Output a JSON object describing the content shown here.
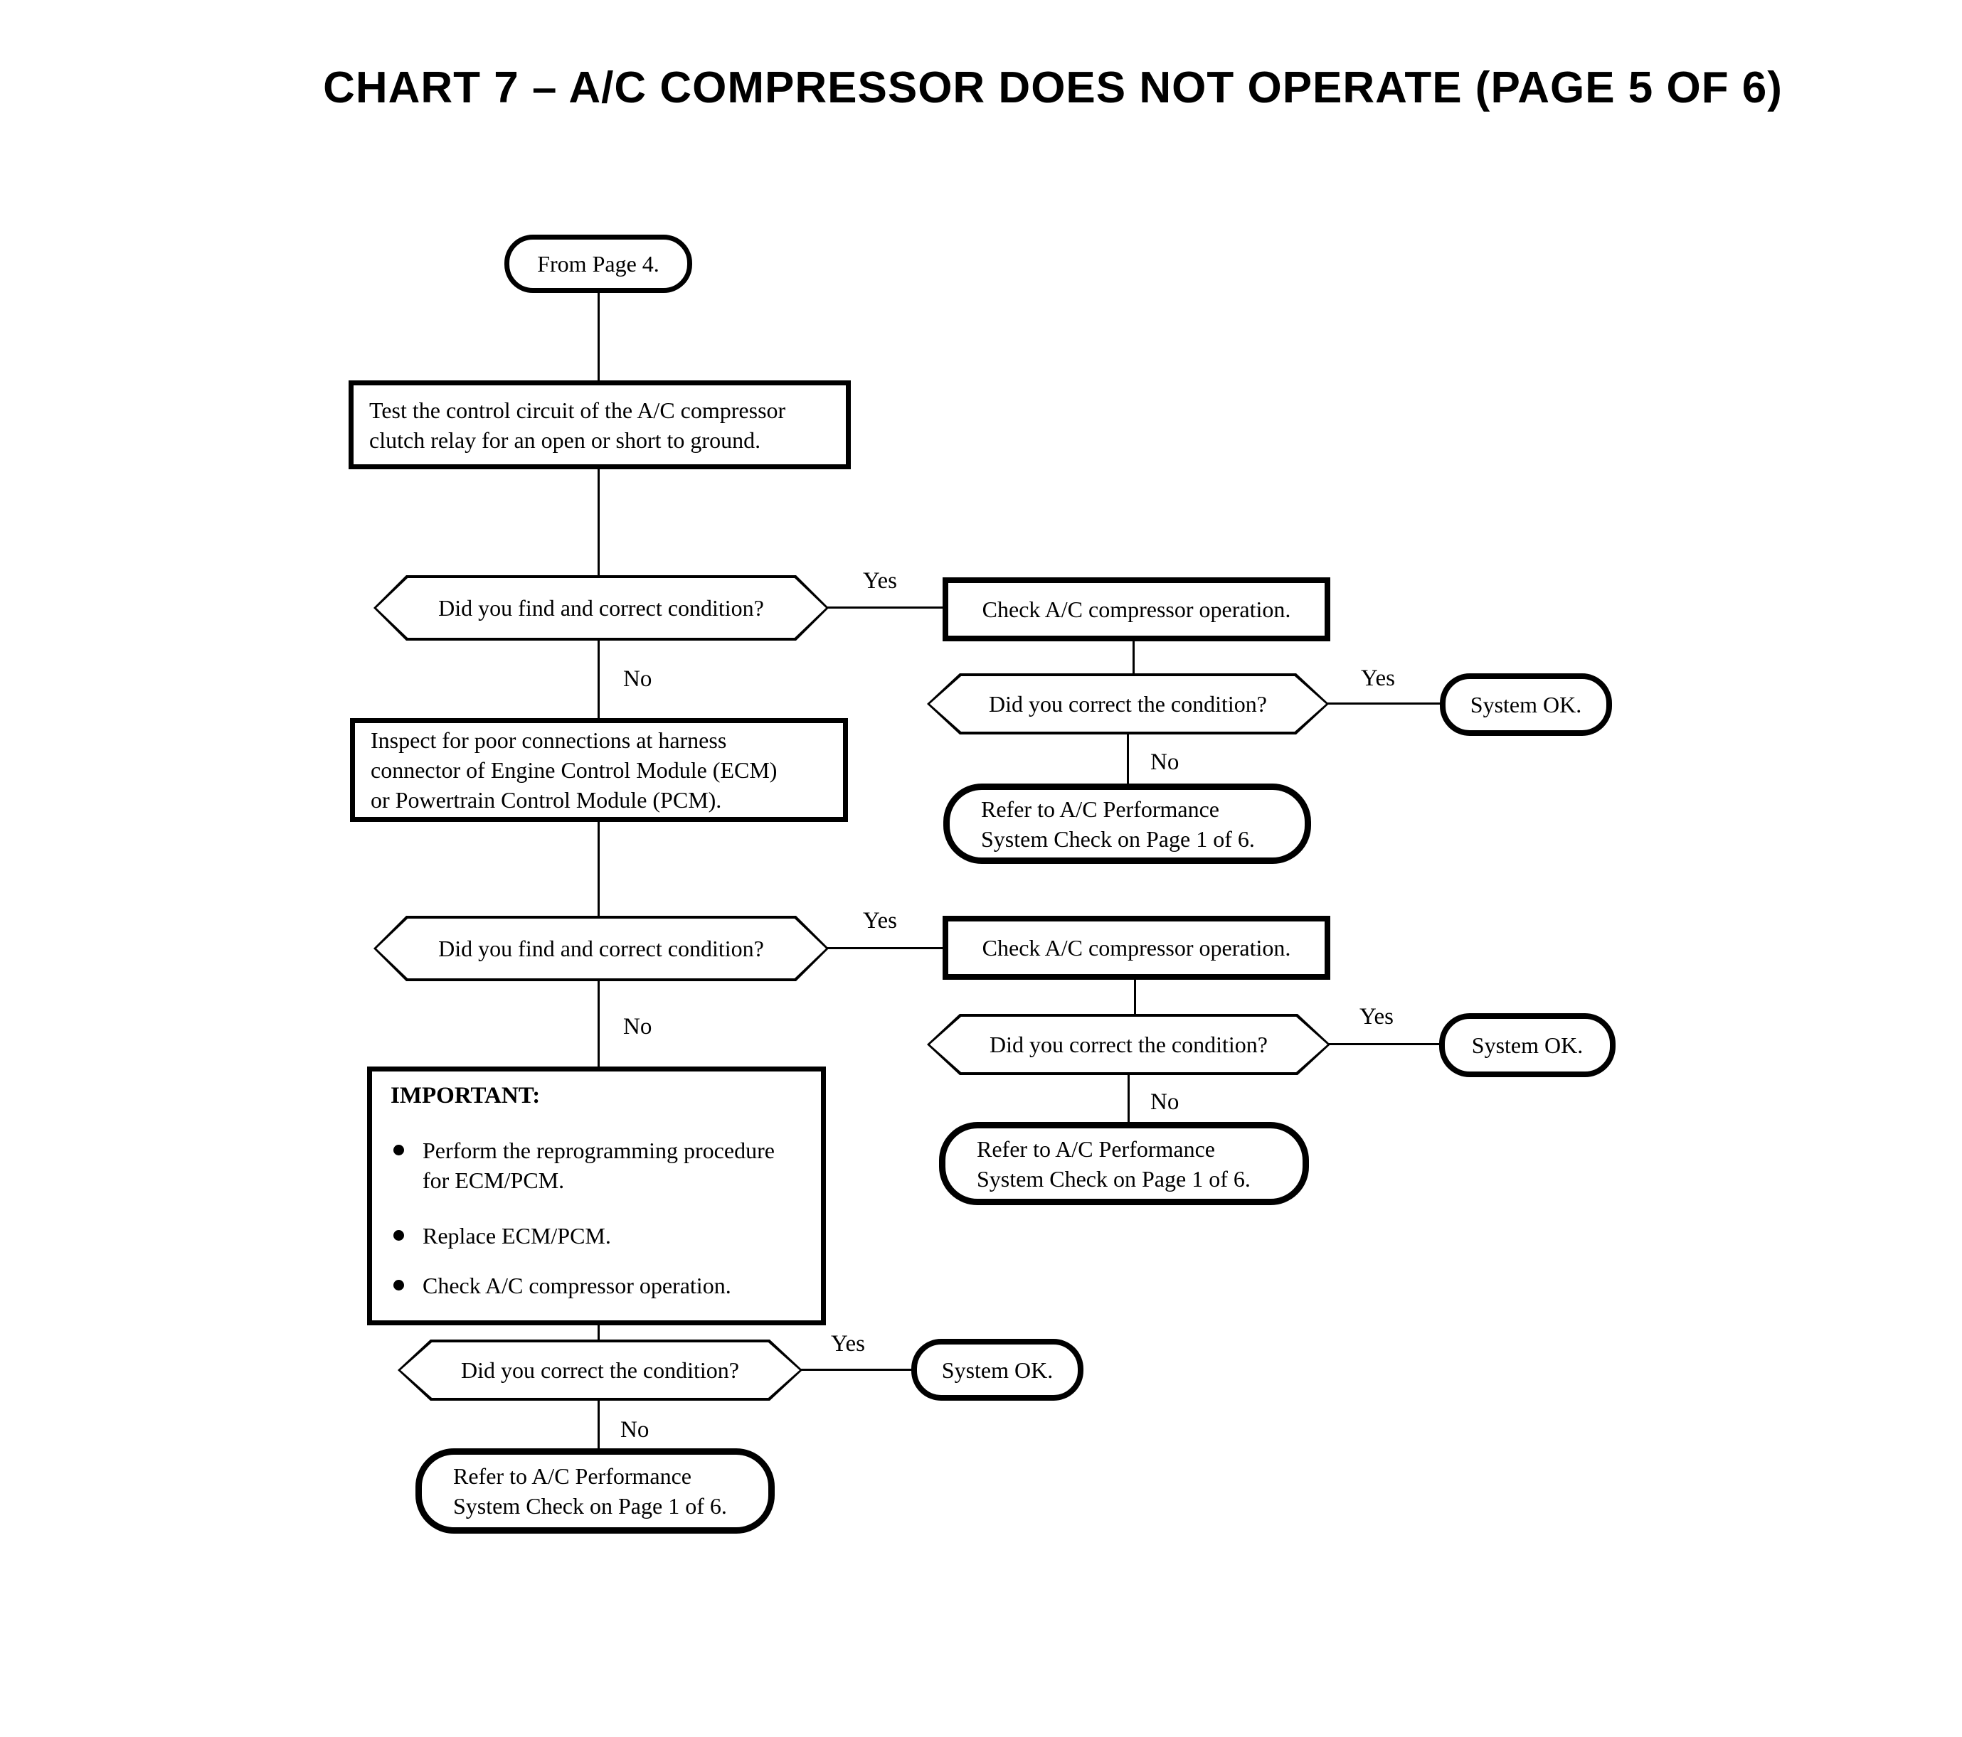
{
  "page": {
    "title": "CHART 7 – A/C COMPRESSOR DOES NOT OPERATE (PAGE 5 OF 6)"
  },
  "labels": {
    "yes": "Yes",
    "no": "No"
  },
  "nodes": {
    "from_page": "From Page 4.",
    "test_circuit": "Test the control circuit of the A/C compressor\nclutch relay for an open or short to ground.",
    "find_correct": "Did you find and correct condition?",
    "check_compressor": "Check A/C compressor operation.",
    "correct_condition": "Did you correct the condition?",
    "system_ok": "System OK.",
    "refer_performance": "Refer to A/C Performance\nSystem Check on Page 1 of 6.",
    "inspect_connections": "Inspect for poor connections at harness\nconnector of Engine Control Module (ECM)\nor Powertrain Control Module (PCM).",
    "important": {
      "heading": "IMPORTANT:",
      "bullets": [
        "Perform the reprogramming procedure\nfor ECM/PCM.",
        "Replace ECM/PCM.",
        "Check A/C compressor operation."
      ]
    }
  },
  "colors": {
    "ink": "#000000",
    "paper": "#ffffff"
  }
}
